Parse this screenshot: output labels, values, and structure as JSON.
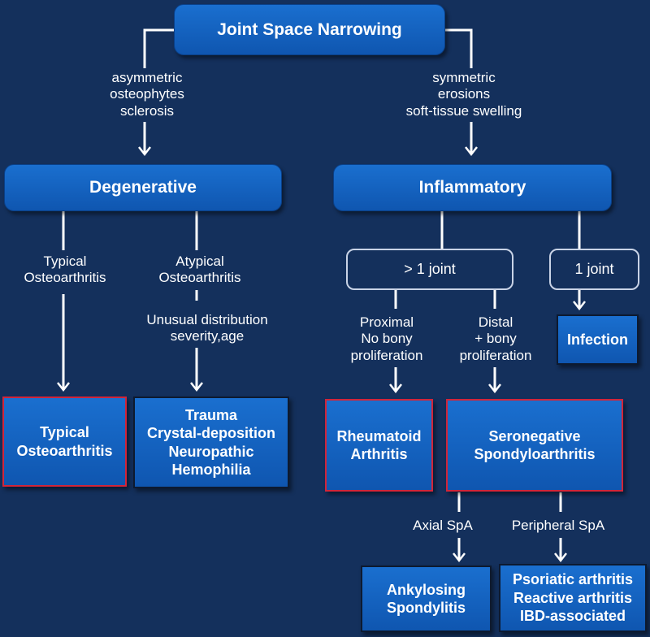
{
  "root": {
    "label": "Joint Space Narrowing"
  },
  "branches": {
    "left_criteria": [
      "asymmetric",
      "osteophytes",
      "sclerosis"
    ],
    "right_criteria": [
      "symmetric",
      "erosions",
      "soft-tissue swelling"
    ]
  },
  "degenerative": {
    "label": "Degenerative",
    "typical_label": [
      "Typical",
      "Osteoarthritis"
    ],
    "atypical_label": [
      "Atypical",
      "Osteoarthritis"
    ],
    "atypical_criteria": [
      "Unusual distribution",
      "severity,age"
    ],
    "typical_result": [
      "Typical",
      "Osteoarthritis"
    ],
    "atypical_result": [
      "Trauma",
      "Crystal-deposition",
      "Neuropathic",
      "Hemophilia"
    ]
  },
  "inflammatory": {
    "label": "Inflammatory",
    "multi_joint": "> 1 joint",
    "single_joint": "1 joint",
    "proximal_criteria": [
      "Proximal",
      "No bony",
      "proliferation"
    ],
    "distal_criteria": [
      "Distal",
      "+ bony",
      "proliferation"
    ],
    "infection": "Infection",
    "rheumatoid": [
      "Rheumatoid",
      "Arthritis"
    ],
    "seronegative": [
      "Seronegative",
      "Spondyloarthritis"
    ],
    "axial_label": "Axial SpA",
    "peripheral_label": "Peripheral SpA",
    "ankylosing": [
      "Ankylosing",
      "Spondylitis"
    ],
    "peripheral_result": [
      "Psoriatic arthritis",
      "Reactive arthritis",
      "IBD-associated"
    ]
  },
  "colors": {
    "background": "#14305c",
    "node_fill": "#1565c0",
    "highlight_border": "#d1253a",
    "line": "#ffffff"
  }
}
